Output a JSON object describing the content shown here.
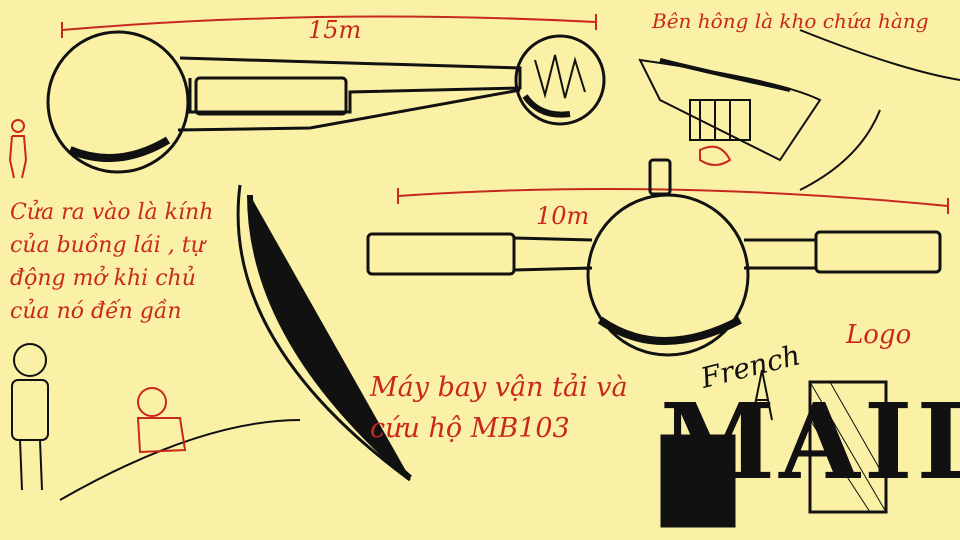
{
  "annotations": {
    "side_storage": "Bên hông là kho chứa hàng",
    "door_note": "Cửa ra vào là kính của buồng lái , tự động mở khi chủ của nó đến gần",
    "aircraft_name": "Máy bay vận tải và cứu hộ MB103",
    "logo_label": "Logo"
  },
  "dimensions": {
    "top_view_length": "15m",
    "front_view_span": "10m"
  },
  "logo": {
    "small_text": "French",
    "big_text": "MAIL"
  },
  "colors": {
    "background": "#fbf1a6",
    "ink": "#111111",
    "annotation_red": "#c8281e"
  }
}
